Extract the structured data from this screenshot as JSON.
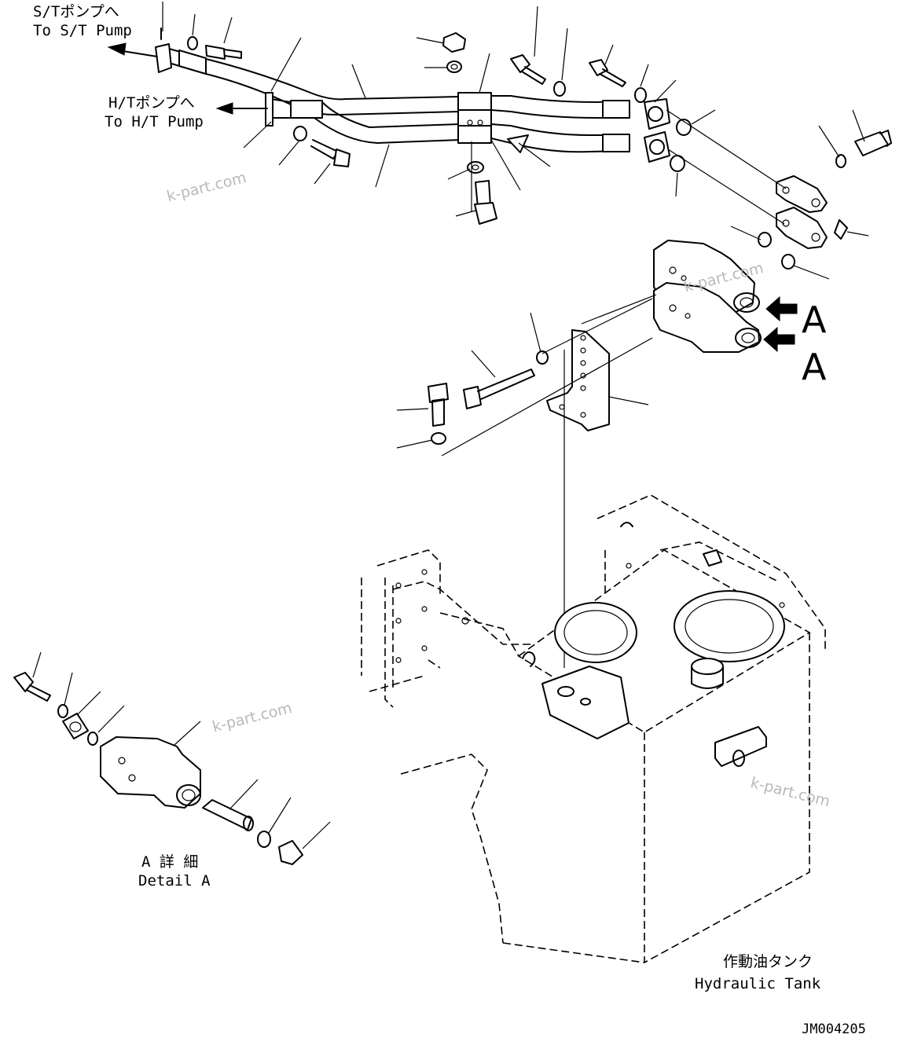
{
  "labels": {
    "st_pump_jp": "S/Tポンプへ",
    "st_pump_en": "To S/T Pump",
    "ht_pump_jp": "H/Tポンプへ",
    "ht_pump_en": "To H/T Pump",
    "detail_marker_1": "A",
    "detail_marker_2": "A",
    "detail_a_jp": "A 詳 細",
    "detail_a_en": "Detail A",
    "tank_jp": "作動油タンク",
    "tank_en": "Hydraulic Tank",
    "drawing_number": "JM004205"
  },
  "watermarks": [
    "k-part.com",
    "k-part.com",
    "k-part.com",
    "k-part.com"
  ]
}
